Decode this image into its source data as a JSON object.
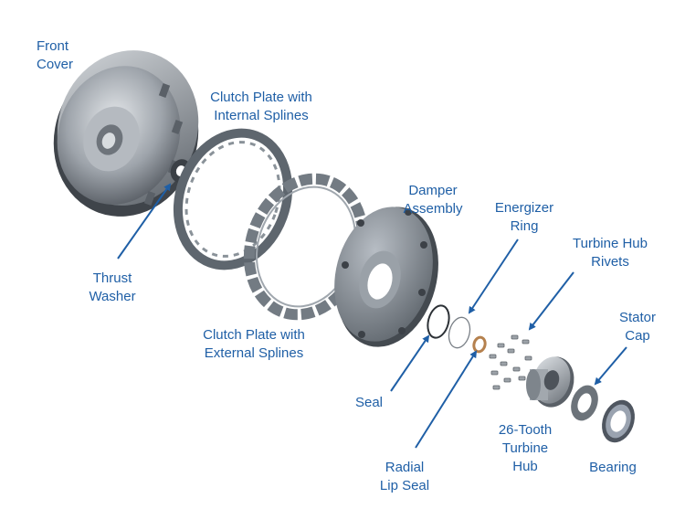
{
  "labels": {
    "front_cover": [
      "Front",
      "Cover"
    ],
    "clutch_internal": [
      "Clutch Plate with",
      "Internal Splines"
    ],
    "thrust_washer": [
      "Thrust",
      "Washer"
    ],
    "damper_assembly": [
      "Damper",
      "Assembly"
    ],
    "energizer_ring": [
      "Energizer",
      "Ring"
    ],
    "turbine_hub_rivets": [
      "Turbine Hub",
      "Rivets"
    ],
    "stator_cap": [
      "Stator",
      "Cap"
    ],
    "clutch_external": [
      "Clutch Plate with",
      "External Splines"
    ],
    "seal": [
      "Seal"
    ],
    "turbine_hub": [
      "26-Tooth",
      "Turbine",
      "Hub"
    ],
    "bearing": [
      "Bearing"
    ],
    "radial_lip_seal": [
      "Radial",
      "Lip Seal"
    ]
  },
  "colors": {
    "label_text": "#1f5fa6",
    "arrow": "#1f5fa6",
    "metal_light": "#c9cdd2",
    "metal_mid": "#8b9198",
    "metal_dark": "#4d535a",
    "friction": "#6f7880",
    "copper": "#b5814e"
  }
}
